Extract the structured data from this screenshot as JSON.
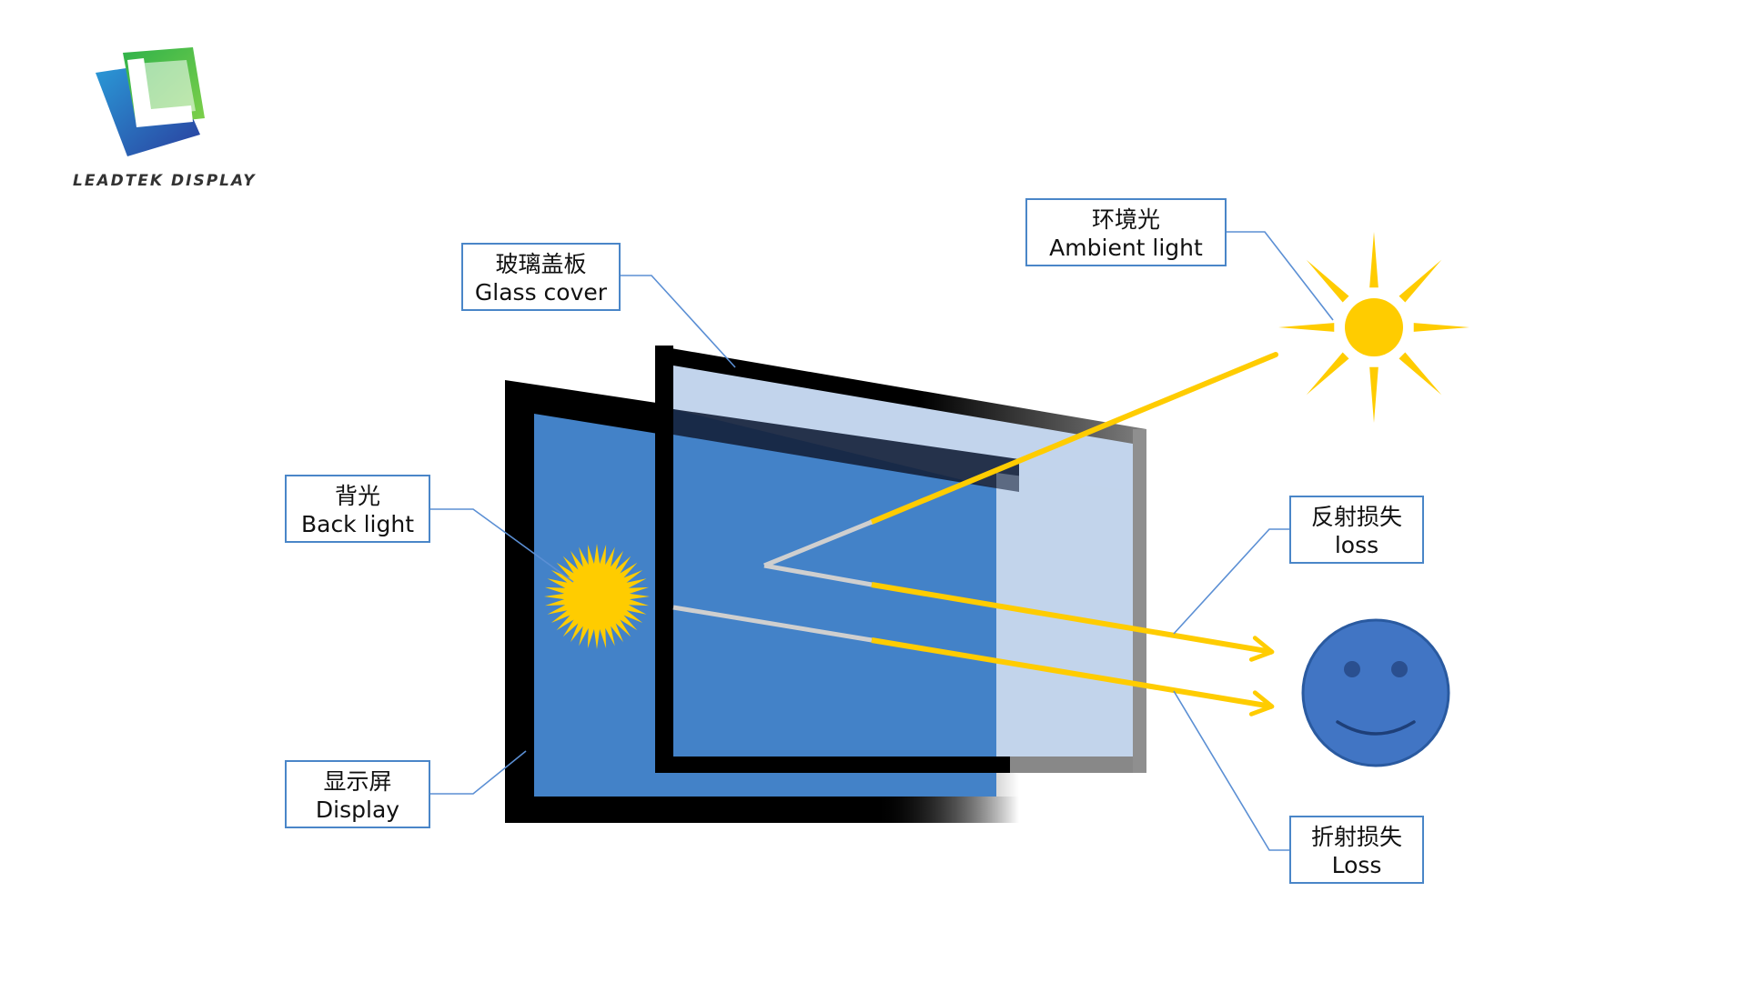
{
  "brand": {
    "name": "LEADTEK DISPLAY",
    "logo_icon": "leadtek-logo-icon",
    "colors": {
      "blue": "#1f4fa8",
      "green": "#3cb649",
      "teal": "#1a9fb0"
    }
  },
  "colors": {
    "display_blue": "#4382c8",
    "glass_tint": "#c2d4ec",
    "frame_black": "#000000",
    "ray_yellow": "#ffcc00",
    "ray_grey": "#c9c9c9",
    "leader_line": "#5b8fd4",
    "label_border": "#4a86c8",
    "face_fill": "#4175c4",
    "face_stroke": "#2a5aa0"
  },
  "labels": {
    "glass_cover": {
      "zh": "玻璃盖板",
      "en": "Glass cover"
    },
    "ambient_light": {
      "zh": "环境光",
      "en": "Ambient light"
    },
    "back_light": {
      "zh": "背光",
      "en": "Back light"
    },
    "reflection_loss": {
      "zh": "反射损失",
      "en": "loss"
    },
    "display": {
      "zh": "显示屏",
      "en": "Display"
    },
    "refraction_loss": {
      "zh": "折射损失",
      "en": "Loss"
    }
  },
  "icons": {
    "sun": "sun-icon",
    "backlight": "backlight-burst-icon",
    "viewer": "smiley-face-icon"
  }
}
